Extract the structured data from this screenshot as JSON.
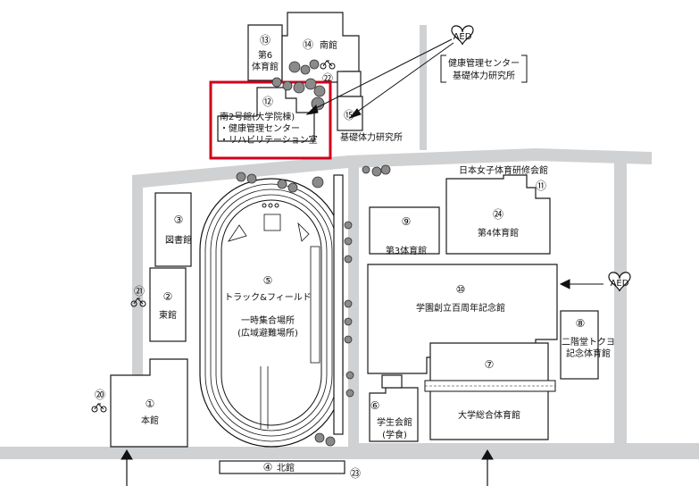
{
  "colors": {
    "road": "#cfd1d3",
    "highlight": "#d0021b",
    "ink": "#111111"
  },
  "aed_label": "AED",
  "callout": {
    "line1": "健康管理センター",
    "line2": "基礎体力研究所"
  },
  "buildings": {
    "b1": {
      "num": "①",
      "name": "本館"
    },
    "b2": {
      "num": "②",
      "name": "東館"
    },
    "b3": {
      "num": "③",
      "name": "図書館"
    },
    "b4": {
      "num": "④",
      "name": "北館"
    },
    "b5": {
      "num": "⑤",
      "name": "トラック&フィールド",
      "sub1": "一時集合場所",
      "sub2": "(広域避難場所)"
    },
    "b6": {
      "num": "⑥",
      "name": "学生会館",
      "sub": "(学食)"
    },
    "b7": {
      "num": "⑦",
      "name": "大学総合体育館"
    },
    "b8": {
      "num": "⑧",
      "name": "二階堂トクヨ",
      "sub": "記念体育館"
    },
    "b9": {
      "num": "⑨",
      "name": "第3体育館"
    },
    "b10": {
      "num": "⑩",
      "name": "学園創立百周年記念館"
    },
    "b11": {
      "num": "⑪",
      "name": "日本女子体育研修会館"
    },
    "b12": {
      "num": "⑫",
      "name": "南2号館(大学院棟)",
      "l2": "・健康管理センター",
      "l3": "・リハビリテーション室"
    },
    "b13": {
      "num": "⑬",
      "name": "第6",
      "sub": "体育館"
    },
    "b14": {
      "num": "⑭",
      "name": "南館"
    },
    "b15": {
      "num": "⑮",
      "name": "基礎体力研究所"
    },
    "b20": {
      "num": "⑳"
    },
    "b21": {
      "num": "㉑"
    },
    "b22": {
      "num": "㉒"
    },
    "b23": {
      "num": "㉓"
    },
    "b24": {
      "num": "㉔",
      "name": "第4体育館"
    }
  }
}
